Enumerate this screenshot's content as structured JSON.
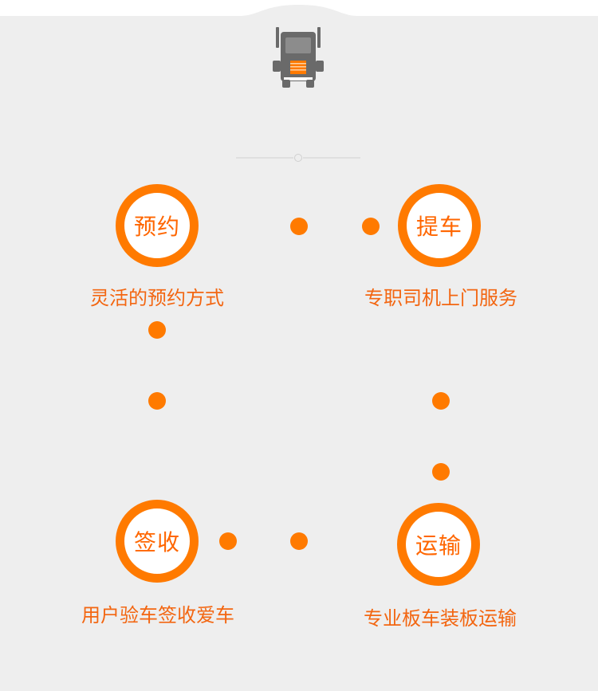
{
  "colors": {
    "accent": "#ff7a00",
    "caption_text": "#f36611",
    "panel_bg": "#eeeeee",
    "icon_gray": "#6a6a6a"
  },
  "header": {
    "icon": "truck-icon"
  },
  "steps": [
    {
      "label": "预约",
      "caption": "灵活的预约方式"
    },
    {
      "label": "提车",
      "caption": "专职司机上门服务"
    },
    {
      "label": "运输",
      "caption": "专业板车装板运输"
    },
    {
      "label": "签收",
      "caption": "用户验车签收爱车"
    }
  ]
}
